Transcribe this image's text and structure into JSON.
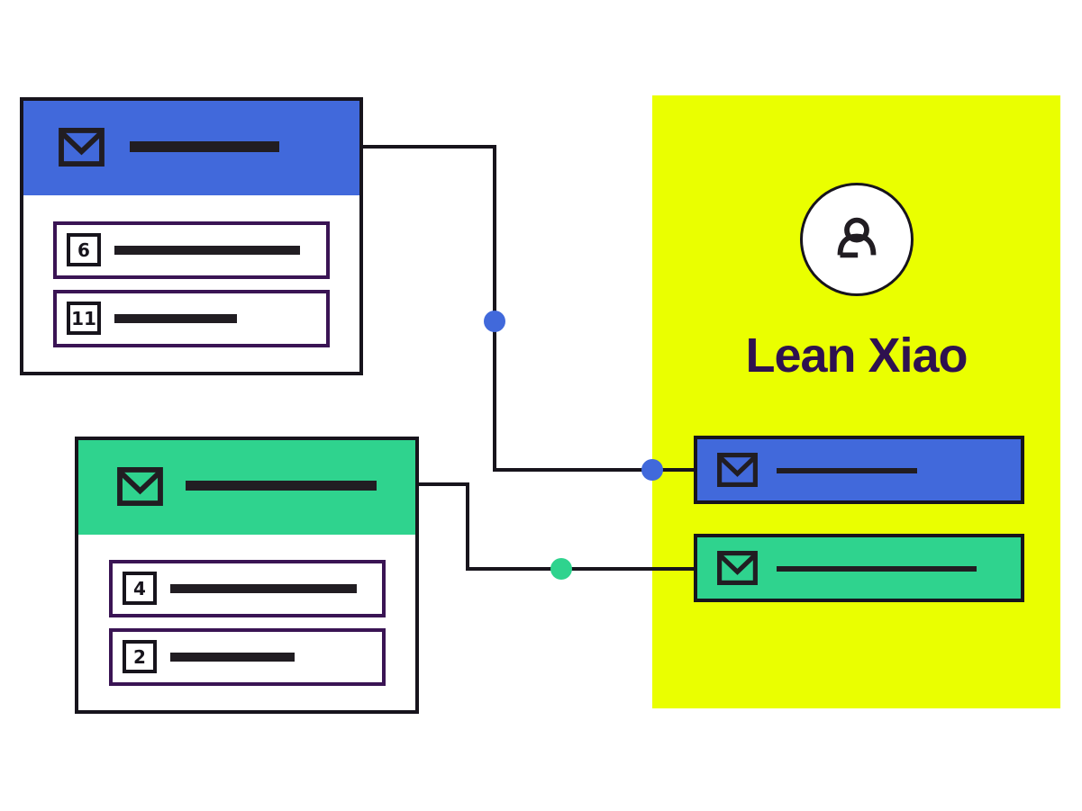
{
  "profile": {
    "name": "Lean Xiao",
    "avatar_icon": "person-icon"
  },
  "cards": {
    "blue": {
      "header_icon": "envelope-icon",
      "stats": [
        {
          "count": "6"
        },
        {
          "count": "11"
        }
      ]
    },
    "green": {
      "header_icon": "envelope-icon",
      "stats": [
        {
          "count": "4"
        },
        {
          "count": "2"
        }
      ]
    }
  },
  "tags": {
    "blue_tag_icon": "envelope-icon",
    "green_tag_icon": "envelope-icon"
  },
  "colors": {
    "blue": "#4169db",
    "green": "#2fd38e",
    "yellow": "#eaff00",
    "name_purple": "#2e114f",
    "row_border_purple": "#3a1454",
    "ink": "#211d22"
  }
}
